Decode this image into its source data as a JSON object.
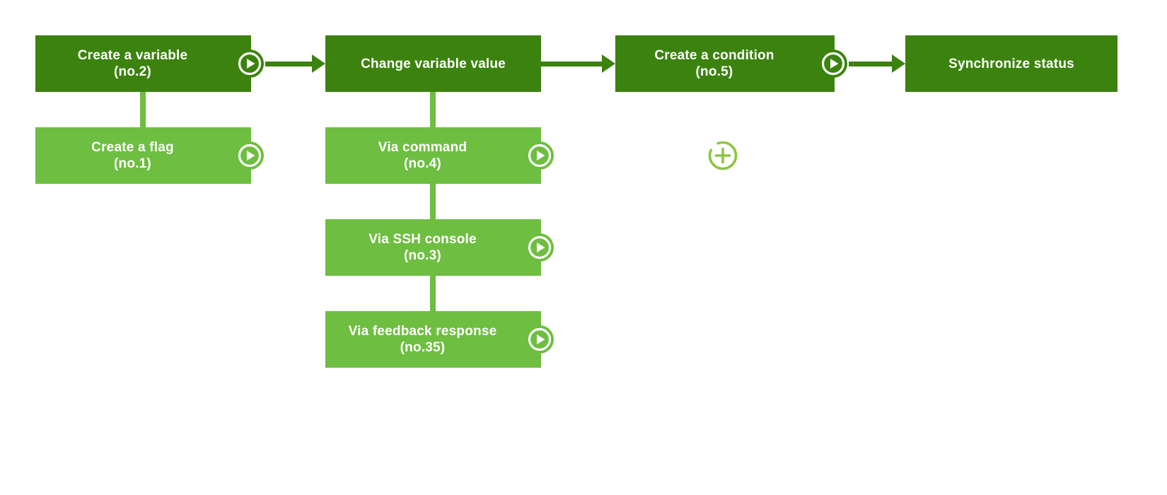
{
  "diagram": {
    "background": "#ffffff",
    "colors": {
      "primary": "#3c820f",
      "secondary": "#6ebe41",
      "accent": "#8cc63f",
      "text": "#ffffff"
    },
    "nodes": [
      {
        "title": "Create a variable",
        "subtitle": "(no.2)",
        "level": "primary",
        "has_play": true
      },
      {
        "title": "Change variable value",
        "subtitle": "",
        "level": "primary",
        "has_play": false
      },
      {
        "title": "Create a condition",
        "subtitle": "(no.5)",
        "level": "primary",
        "has_play": true
      },
      {
        "title": "Synchronize status",
        "subtitle": "",
        "level": "primary",
        "has_play": false
      },
      {
        "title": "Create a flag",
        "subtitle": "(no.1)",
        "level": "secondary",
        "has_play": true
      },
      {
        "title": "Via command",
        "subtitle": "(no.4)",
        "level": "secondary",
        "has_play": true
      },
      {
        "title": "Via SSH console",
        "subtitle": "(no.3)",
        "level": "secondary",
        "has_play": true
      },
      {
        "title": "Via feedback response",
        "subtitle": "(no.35)",
        "level": "secondary",
        "has_play": true
      }
    ],
    "icons": {
      "play": "play-icon",
      "add": "add-icon"
    }
  }
}
